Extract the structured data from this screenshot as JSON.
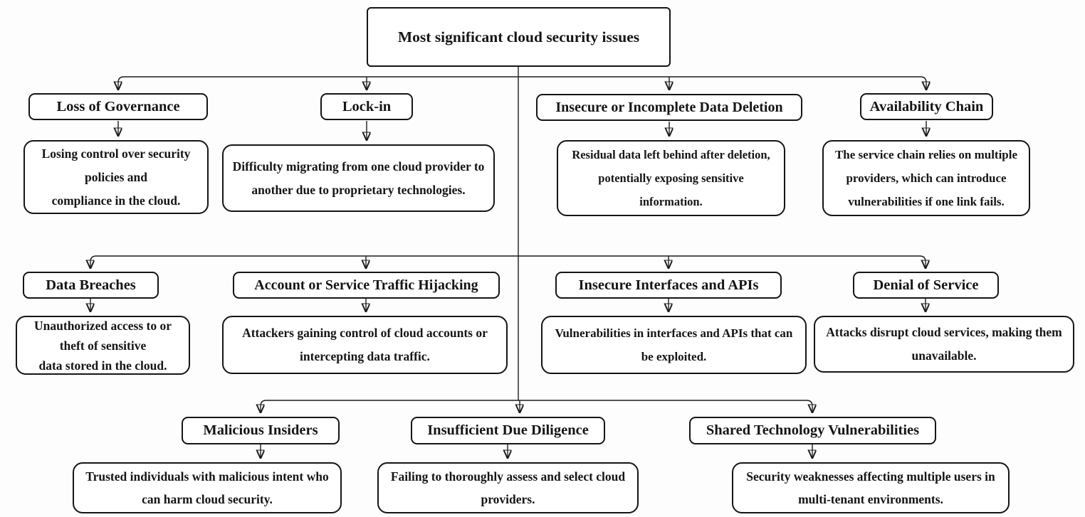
{
  "diagram_title": "Most significant cloud security issues",
  "colors": {
    "ink": "#151515",
    "box_fill": "#ffffff",
    "background": "#fdfdfd"
  },
  "root": {
    "label": "Most significant cloud security issues"
  },
  "nodes": [
    {
      "title": "Loss of Governance",
      "description": "Losing control over security\npolicies and\ncompliance in the cloud."
    },
    {
      "title": "Lock-in",
      "description": "Difficulty migrating from one cloud provider to\nanother due to proprietary technologies."
    },
    {
      "title": "Insecure or Incomplete Data Deletion",
      "description": "Residual data left behind after deletion,\npotentially exposing sensitive\ninformation."
    },
    {
      "title": "Availability Chain",
      "description": "The service chain relies on multiple\nproviders, which can introduce\nvulnerabilities if one link fails."
    },
    {
      "title": "Data Breaches",
      "description": "Unauthorized access to or\ntheft of sensitive\ndata stored in the cloud."
    },
    {
      "title": "Account or Service Traffic Hijacking",
      "description": "Attackers gaining control of cloud accounts or\nintercepting data traffic."
    },
    {
      "title": "Insecure Interfaces and APIs",
      "description": "Vulnerabilities in interfaces and APIs that can\nbe exploited."
    },
    {
      "title": "Denial of Service",
      "description": "Attacks disrupt cloud services, making them\nunavailable."
    },
    {
      "title": "Malicious Insiders",
      "description": "Trusted individuals with malicious intent who\ncan harm cloud security."
    },
    {
      "title": "Insufficient Due Diligence",
      "description": "Failing to thoroughly assess and select cloud\nproviders."
    },
    {
      "title": "Shared Technology Vulnerabilities",
      "description": "Security weaknesses affecting multiple users in\nmulti-tenant environments."
    }
  ]
}
